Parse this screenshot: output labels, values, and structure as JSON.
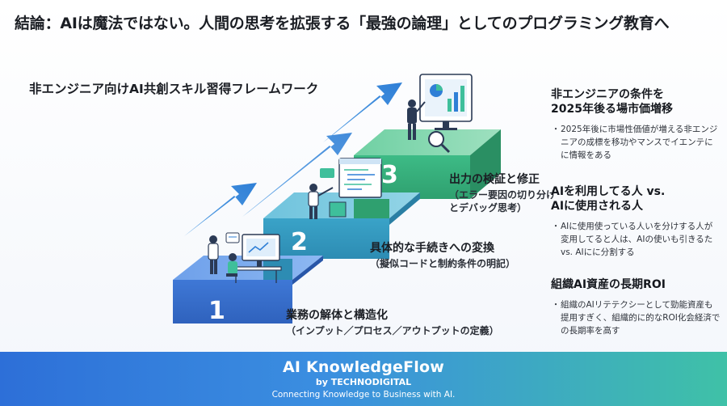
{
  "headline": "結論：AIは魔法ではない。人間の思考を拡張する「最強の論理」としてのプログラミング教育へ",
  "framework_title": "非エンジニア向けAI共創スキル習得フレームワーク",
  "steps": [
    {
      "number": "1",
      "title": "業務の解体と構造化",
      "sub": "（インプット／プロセス／アウトプットの定義）"
    },
    {
      "number": "2",
      "title": "具体的な手続きへの変換",
      "sub": "（擬似コードと制約条件の明記）"
    },
    {
      "number": "3",
      "title": "出力の検証と修正",
      "sub_lines": [
        "（エラー要因の切り分け",
        "とデバッグ思考）"
      ]
    }
  ],
  "side_notes": [
    {
      "title_lines": [
        "非エンジニアの条件を",
        "2025年後る場市価増移"
      ],
      "text": "2025年後に市場性価値が増える非エンジニアの成標を移功やマンスでイエンテにに情報をある"
    },
    {
      "title_lines": [
        "AIを利用してる人 vs.",
        "AIに使用される人"
      ],
      "text": "AIに使用使っている人いを分けする人が変用してると人は、AIの使いも引きるたvs. AIにに分割する"
    },
    {
      "title_lines": [
        "組織AI資産の長期ROI"
      ],
      "text": "組織のAIリテテクシーとして勁能資産も提用すぎく、組織的に的なROI化会経済での長期率を高す"
    }
  ],
  "footer": {
    "brand": "AI KnowledgeFlow",
    "by": "by TECHNODIGITAL",
    "tagline": "Connecting Knowledge to Business with AI."
  },
  "colors": {
    "step1": "#3f78d6",
    "step2": "#3aa3c8",
    "step3": "#3dbb86",
    "arrow": "#3f8fdc",
    "footer_start": "#2d6fd8",
    "footer_end": "#3fc1a7"
  },
  "icons": [
    "person-at-desk-icon",
    "analyst-with-screen-icon",
    "code-window-icon",
    "magnifier-icon",
    "chart-monitor-icon",
    "growth-arrow-icon"
  ]
}
